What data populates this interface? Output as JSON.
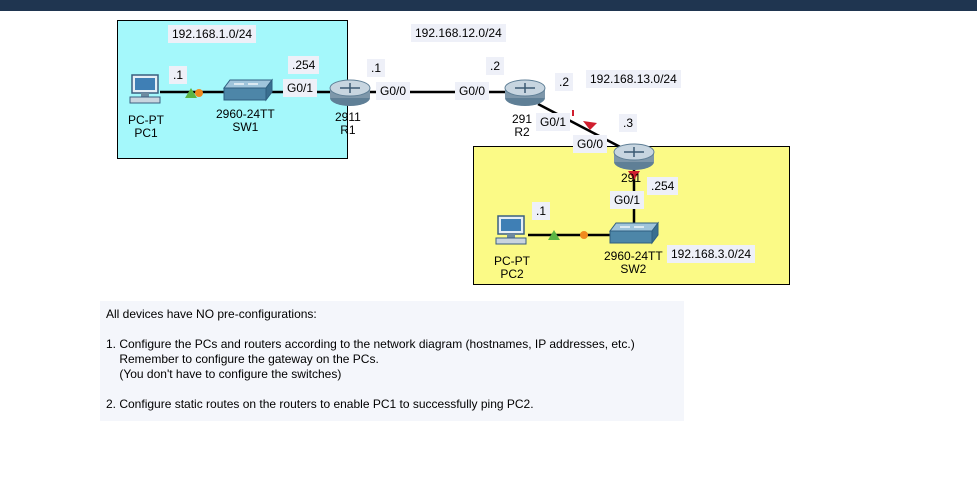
{
  "colors": {
    "lan1_area": "#a4f8fb",
    "lan2_area": "#fbfa86",
    "link": "#000000",
    "port_up": "#5bb544",
    "port_pending": "#f08a1e",
    "port_down": "#d01e2e",
    "title_bar": "#1f3550",
    "router_body": "#7e97aa",
    "switch_body": "#4d86a8"
  },
  "networks": {
    "lan1": "192.168.1.0/24",
    "wan12": "192.168.12.0/24",
    "wan13": "192.168.13.0/24",
    "lan3": "192.168.3.0/24"
  },
  "interfaces": {
    "pc1_host": ".1",
    "r1_lan_host": ".254",
    "r1_g01": "G0/1",
    "r1_wan_host": ".1",
    "r1_g00": "G0/0",
    "r2_wan_host": ".2",
    "r2_g00": "G0/0",
    "r2_wan13_host": ".2",
    "r2_g01": "G0/1",
    "r3_wan_host": ".3",
    "r3_g00": "G0/0",
    "r3_lan_host": ".254",
    "r3_g01": "G0/1",
    "pc2_host": ".1"
  },
  "devices": {
    "pc1": {
      "type": "PC-PT",
      "name": "PC1",
      "icon": "pc-icon"
    },
    "sw1": {
      "type": "2960-24TT",
      "name": "SW1",
      "icon": "switch-icon"
    },
    "r1": {
      "type": "2911",
      "name": "R1",
      "icon": "router-icon"
    },
    "r2": {
      "type": "291",
      "name": "R2",
      "icon": "router-icon"
    },
    "r3": {
      "type": "291",
      "icon": "router-icon"
    },
    "pc2": {
      "type": "PC-PT",
      "name": "PC2",
      "icon": "pc-icon"
    },
    "sw2": {
      "type": "2960-24TT",
      "name": "SW2",
      "icon": "switch-icon"
    }
  },
  "instructions": [
    "All devices have NO pre-configurations:",
    "",
    "1. Configure the PCs and routers according to the network diagram (hostnames, IP addresses, etc.)",
    "    Remember to configure the gateway on the PCs.",
    "    (You don't have to configure the switches)",
    "",
    "2. Configure static routes on the routers to enable PC1 to successfully ping PC2."
  ]
}
